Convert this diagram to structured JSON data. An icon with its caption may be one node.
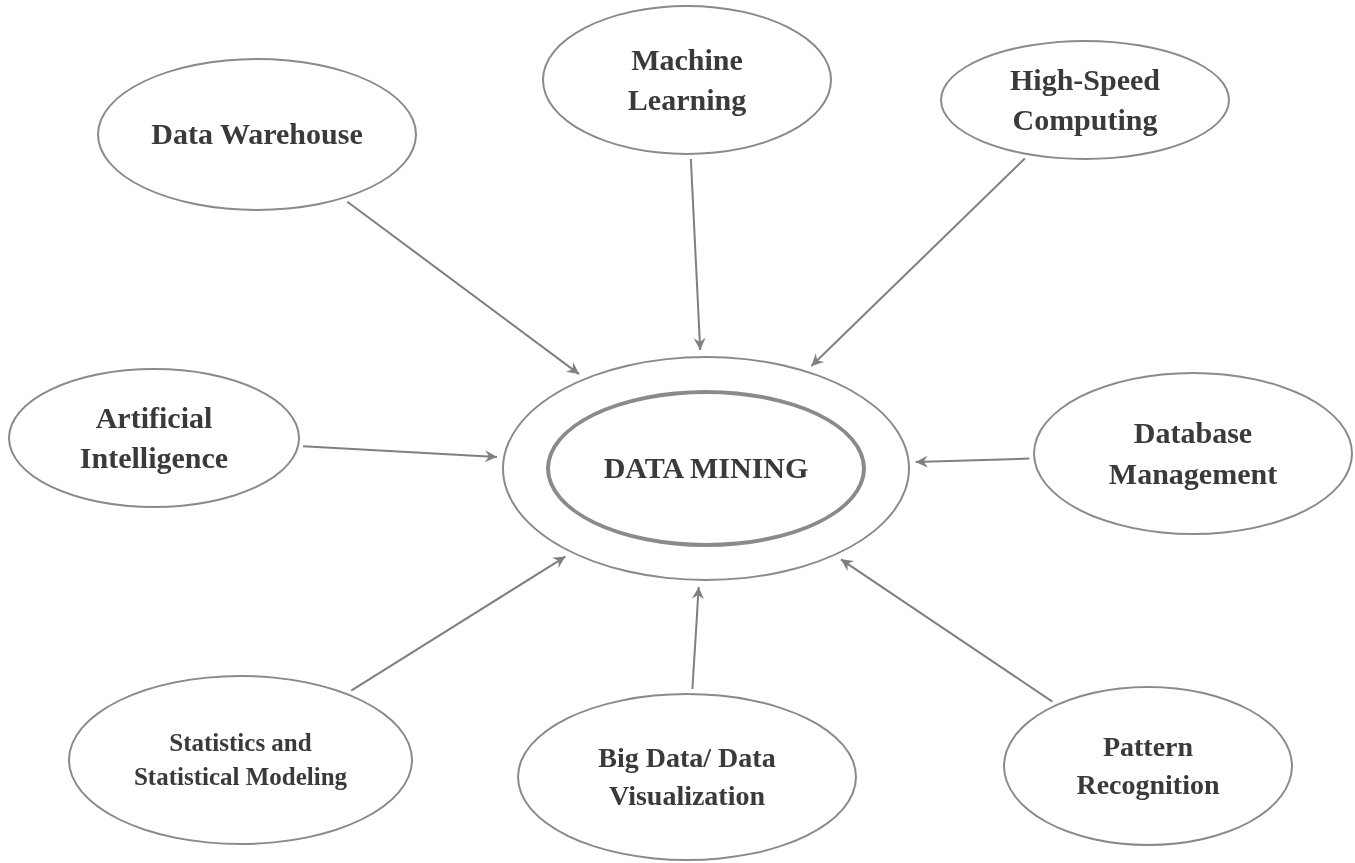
{
  "diagram": {
    "nodes": [
      {
        "text": [
          "Data Warehouse"
        ]
      },
      {
        "text": [
          "Machine Learning"
        ]
      },
      {
        "text": [
          "High-Speed Computing"
        ]
      },
      {
        "text": [
          "Artificial Intelligence"
        ]
      },
      {
        "text": [
          "DATA MINING"
        ]
      },
      {
        "text": [
          "Database Management"
        ]
      },
      {
        "text": [
          "Statistics and Statistical Modeling"
        ]
      },
      {
        "text": [
          "Big Data/ Data Visualization"
        ]
      },
      {
        "text": [
          "Pattern Recognition"
        ]
      }
    ],
    "edges": [
      {
        "from": 0,
        "to": 4,
        "arrow": "to"
      },
      {
        "from": 1,
        "to": 4,
        "arrow": "to"
      },
      {
        "from": 2,
        "to": 4,
        "arrow": "to"
      },
      {
        "from": 3,
        "to": 4,
        "arrow": "to"
      },
      {
        "from": 5,
        "to": 4,
        "arrow": "to"
      },
      {
        "from": 6,
        "to": 4,
        "arrow": "to"
      },
      {
        "from": 7,
        "to": 4,
        "arrow": "to"
      },
      {
        "from": 8,
        "to": 4,
        "arrow": "to"
      }
    ]
  }
}
